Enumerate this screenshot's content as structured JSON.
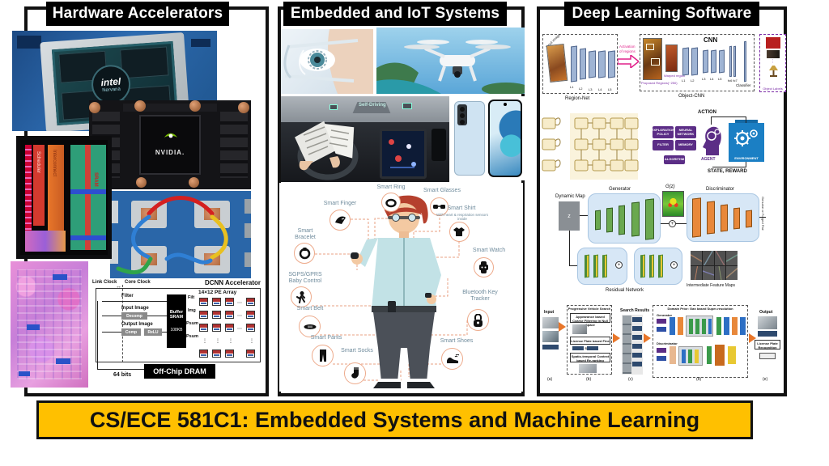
{
  "banner": {
    "text": "CS/ECE 581C1: Embedded Systems and Machine Learning"
  },
  "hardware": {
    "title": "Hardware Accelerators",
    "intel": {
      "logo": "intel",
      "brand": "Nervana"
    },
    "nvidia": {
      "logo": "NVIDIA."
    },
    "die": {
      "scheduler": "Scheduler",
      "interconnect": "Interconnect",
      "sram": "SRAM"
    },
    "dcnn": {
      "clock_left": "Link Clock",
      "clock_right": "Core Clock",
      "title": "DCNN Accelerator",
      "pe_array": "14×12 PE Array",
      "filter": "Filter",
      "input_image": "Input Image",
      "decomp": "Decomp",
      "output_image": "Output Image",
      "comp": "Comp",
      "relu": "ReLU",
      "buffer1": "Buffer",
      "buffer2": "SRAM",
      "buffer_size": "108KB",
      "port_filt": "Filt",
      "port_img": "Img",
      "port_psum1": "Psum",
      "port_psum2": "Psum",
      "dram": "Off-Chip DRAM",
      "bus": "64 bits"
    }
  },
  "iot": {
    "title": "Embedded and IoT Systems",
    "hud": "Self-Driving",
    "wearables": [
      {
        "label": "Smart Ring"
      },
      {
        "label": "Smart Glasses"
      },
      {
        "label": "Smart Finger"
      },
      {
        "label": "Smart Shirt",
        "sub": "With heart & respiration sensors inside"
      },
      {
        "label": "Smart Bracelet"
      },
      {
        "label": "Smart Watch"
      },
      {
        "label": "SGPS/GPRS Baby Control"
      },
      {
        "label": "Bluetooth Key Tracker"
      },
      {
        "label": "Smart Belt"
      },
      {
        "label": "Smart Pants"
      },
      {
        "label": "Smart Socks"
      },
      {
        "label": "Smart Shoes"
      }
    ]
  },
  "software": {
    "title": "Deep Learning Software",
    "rcnn": {
      "input_image": "Input image",
      "region_net": "Region-Net",
      "activation1": "Activation",
      "activation2": "of regions",
      "proposed": "Proposed Regions(~250)",
      "warped": "Warped region",
      "cnn": "CNN",
      "layers1": [
        "L1",
        "L2",
        "L3",
        "L4",
        "L5"
      ],
      "layers2": [
        "L1",
        "L2",
        "L3",
        "L4",
        "L5"
      ],
      "fc": "fc6 fc7",
      "classifier": "Classifier",
      "object_cnn": "Object-CNN",
      "object_labels": "Object Labels"
    },
    "rl": {
      "modules": [
        "EXPLORATION POLICY",
        "NEURAL NETWORK",
        "FILTER",
        "MEMORY",
        "ALGORITHM"
      ],
      "agent": "AGENT",
      "environment": "ENVIRONMENT",
      "action": "ACTION",
      "state_reward": "STATE, REWARD"
    },
    "gan": {
      "dynamic_map": "Dynamic Map",
      "z": "z",
      "generator": "Generator",
      "gz": "G(z)",
      "discriminator": "Discriminator",
      "genuine": "Genuine or Forged Pair",
      "residual": "Residual Network",
      "feature_maps": "Intermediate Feature Maps"
    },
    "pipeline": {
      "input": "Input",
      "stage1": "Progressive Vehicle Search",
      "s1a": "Appearance based Coarse Filtering in Null Space",
      "s1b": "License Plate based Fine Search",
      "s1c": "Spatio-temporal Context based Re-ranking",
      "results": "Search Results",
      "stage2": "Domain Prior: Gan based Super-resolution",
      "gen": "Generator",
      "disc": "Discriminator",
      "output": "Output",
      "lpr": "License Plate Recognition",
      "letters": [
        "(a)",
        "(b)",
        "(c)",
        "(d)",
        "(e)"
      ]
    }
  },
  "colors": {
    "banner_bg": "#FFC000",
    "env_blue": "#1b7fc4",
    "purple": "#5b2d86",
    "accent_orange": "#e8762a"
  }
}
